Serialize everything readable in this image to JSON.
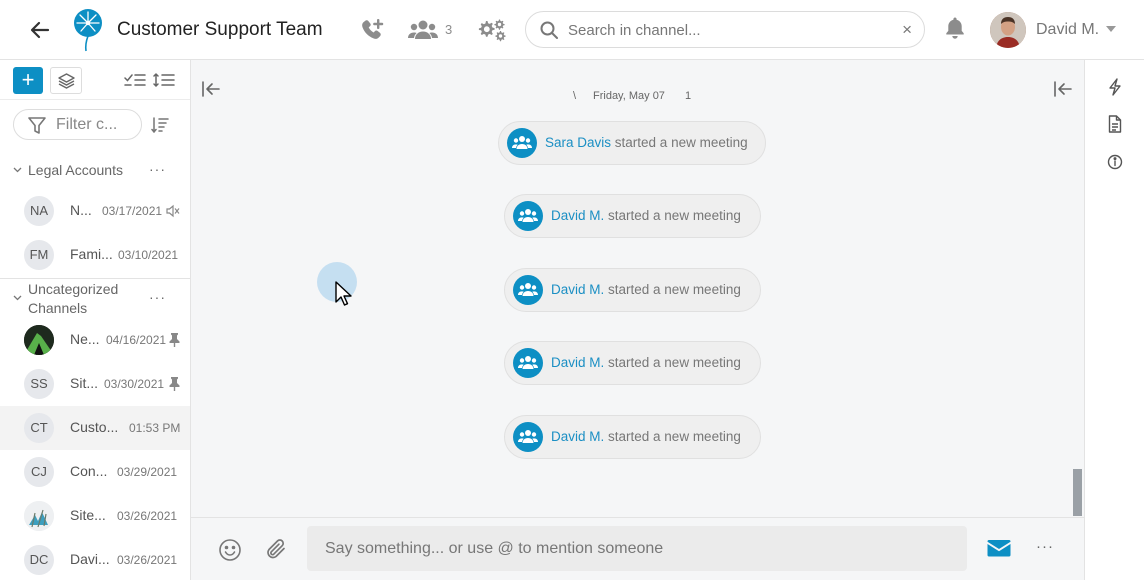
{
  "header": {
    "title": "Customer Support Team",
    "member_count": "3",
    "search_placeholder": "Search in channel...",
    "clear_symbol": "×",
    "user_name": "David M."
  },
  "sidebar": {
    "add_symbol": "+",
    "filter_placeholder": "Filter c...",
    "groups": [
      {
        "name": "Legal Accounts",
        "more": "···"
      },
      {
        "name": "Uncategorized Channels",
        "more": "···"
      }
    ],
    "channels": [
      {
        "initials": "NA",
        "name": "N...",
        "date": "03/17/2021",
        "status_icon": "muted-icon"
      },
      {
        "initials": "FM",
        "name": "Fami...",
        "date": "03/10/2021"
      },
      {
        "initials": "",
        "name": "Ne...",
        "date": "04/16/2021",
        "status_icon": "pin-icon"
      },
      {
        "initials": "SS",
        "name": "Sit...",
        "date": "03/30/2021",
        "status_icon": "pin-icon"
      },
      {
        "initials": "CT",
        "name": "Custo...",
        "date": "01:53 PM",
        "active": true
      },
      {
        "initials": "CJ",
        "name": "Con...",
        "date": "03/29/2021"
      },
      {
        "initials": "",
        "name": "Site...",
        "date": "03/26/2021"
      },
      {
        "initials": "DC",
        "name": "Davi...",
        "date": "03/26/2021"
      }
    ]
  },
  "chat": {
    "date_separator": {
      "left": "\\",
      "date": "Friday, May 07",
      "right": "1"
    },
    "events": [
      {
        "who": "Sara Davis",
        "text": " started a new meeting"
      },
      {
        "who": "David M.",
        "text": " started a new meeting"
      },
      {
        "who": "David M.",
        "text": " started a new meeting"
      },
      {
        "who": "David M.",
        "text": " started a new meeting"
      },
      {
        "who": "David M.",
        "text": " started a new meeting"
      }
    ]
  },
  "composer": {
    "placeholder": "Say something... or use @ to mention someone",
    "more": "···"
  },
  "colors": {
    "accent": "#0d8fc4",
    "link": "#1b8fc4",
    "chat_bg": "#f5f6f7"
  }
}
